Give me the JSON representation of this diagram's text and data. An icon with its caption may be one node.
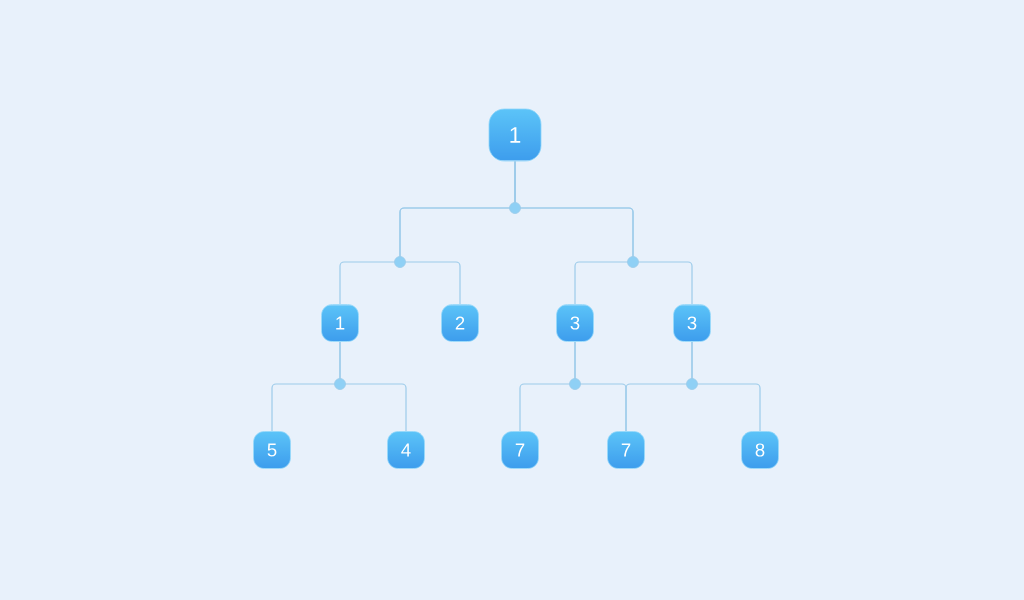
{
  "diagram": {
    "nodes": [
      {
        "text": [
          "1"
        ]
      },
      {
        "text": [
          "1"
        ]
      },
      {
        "text": [
          "2"
        ]
      },
      {
        "text": [
          "3"
        ]
      },
      {
        "text": [
          "3"
        ]
      },
      {
        "text": [
          "5"
        ]
      },
      {
        "text": [
          "4"
        ]
      },
      {
        "text": [
          "7"
        ]
      },
      {
        "text": [
          "7"
        ]
      },
      {
        "text": [
          "8"
        ]
      }
    ],
    "edges": [
      {
        "from": 0,
        "to": 1,
        "arrow": "none"
      },
      {
        "from": 0,
        "to": 2,
        "arrow": "none"
      },
      {
        "from": 0,
        "to": 3,
        "arrow": "none"
      },
      {
        "from": 0,
        "to": 4,
        "arrow": "none"
      },
      {
        "from": 1,
        "to": 5,
        "arrow": "none"
      },
      {
        "from": 1,
        "to": 6,
        "arrow": "none"
      },
      {
        "from": 3,
        "to": 7,
        "arrow": "none"
      },
      {
        "from": 3,
        "to": 8,
        "arrow": "none"
      },
      {
        "from": 4,
        "to": 8,
        "arrow": "none"
      },
      {
        "from": 4,
        "to": 9,
        "arrow": "none"
      }
    ]
  }
}
